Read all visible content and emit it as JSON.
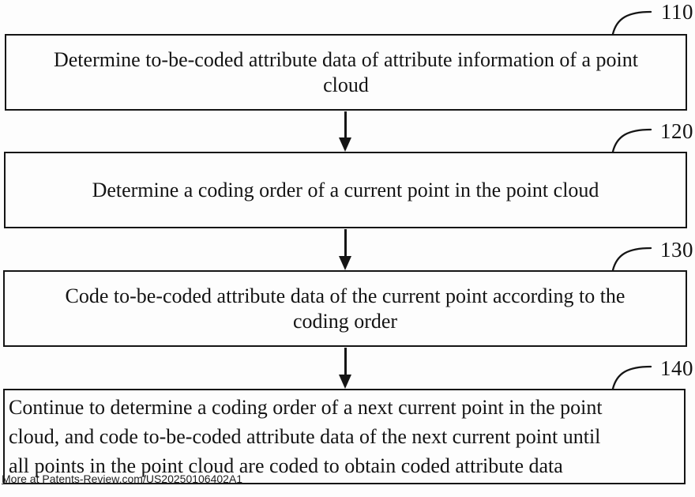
{
  "figure": {
    "kind": "patent-flowchart",
    "watermark": "More at Patents-Review.com/US20250106402A1"
  },
  "colors": {
    "background": "#fdfdfd",
    "line": "#151515",
    "text": "#141414"
  },
  "flowchart": {
    "steps": [
      {
        "ref": "110",
        "text": "Determine to-be-coded attribute data of attribute information of a point cloud",
        "lines": [
          "Determine to-be-coded attribute data of attribute information of a point",
          "cloud"
        ],
        "align": "center"
      },
      {
        "ref": "120",
        "text": "Determine a coding order of a current point in the point cloud",
        "lines": [
          "Determine a coding order of a current point in the point cloud"
        ],
        "align": "center"
      },
      {
        "ref": "130",
        "text": "Code to-be-coded attribute data of the current point according to the coding order",
        "lines": [
          "Code to-be-coded attribute data of the current point according to the",
          "coding order"
        ],
        "align": "center"
      },
      {
        "ref": "140",
        "text": "Continue to determine a coding order of a next current point in the point cloud, and code to-be-coded attribute data of the next current point until all points in the point cloud are coded to obtain coded attribute data",
        "lines": [
          "Continue to determine a coding order of a next current point in the point",
          "cloud, and code to-be-coded attribute data of the next current point until",
          "all points in the point cloud are coded to obtain coded attribute data"
        ],
        "align": "left"
      }
    ],
    "connectors": [
      {
        "from": "110",
        "to": "120",
        "type": "down-arrow"
      },
      {
        "from": "120",
        "to": "130",
        "type": "down-arrow"
      },
      {
        "from": "130",
        "to": "140",
        "type": "down-arrow"
      }
    ]
  }
}
